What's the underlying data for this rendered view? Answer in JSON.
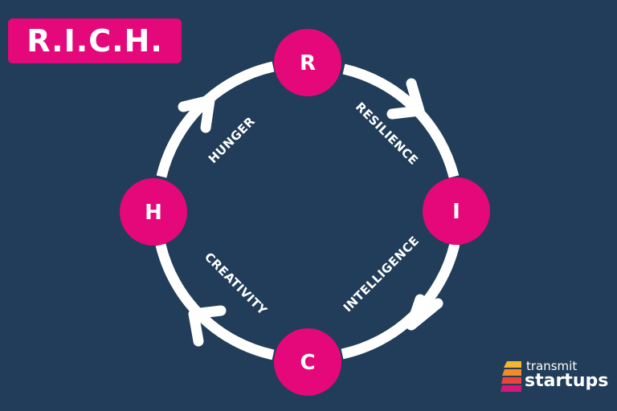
{
  "title": "R.I.C.H.",
  "nodes": {
    "r": "R",
    "i": "I",
    "c": "C",
    "h": "H"
  },
  "stages": {
    "resilience": "RESILIENCE",
    "intelligence": "INTELLIGENCE",
    "creativity": "CREATIVITY",
    "hunger": "HUNGER"
  },
  "logo": {
    "top": "transmit",
    "bottom": "startups",
    "name": "transmit-startups-logo"
  },
  "colors": {
    "background": "#213d59",
    "accent": "#e5087a",
    "ring": "#ffffff"
  }
}
